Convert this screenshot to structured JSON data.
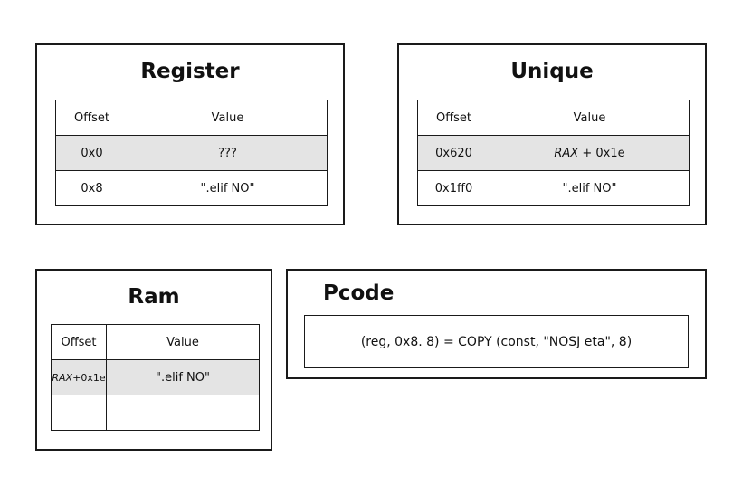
{
  "register": {
    "title": "Register",
    "headers": {
      "offset": "Offset",
      "value": "Value"
    },
    "rows": [
      {
        "offset": "0x0",
        "value": "???"
      },
      {
        "offset": "0x8",
        "value": "\".elif NO\""
      }
    ]
  },
  "unique": {
    "title": "Unique",
    "headers": {
      "offset": "Offset",
      "value": "Value"
    },
    "rows": [
      {
        "offset": "0x620",
        "value_reg": "RAX",
        "value_rest": " + 0x1e"
      },
      {
        "offset": "0x1ff0",
        "value": "\".elif NO\""
      }
    ]
  },
  "ram": {
    "title": "Ram",
    "headers": {
      "offset": "Offset",
      "value": "Value"
    },
    "rows": [
      {
        "offset_reg": "RAX",
        "offset_rest": "+0x1e",
        "value": "\".elif NO\""
      },
      {
        "offset": "",
        "value": ""
      }
    ]
  },
  "pcode": {
    "title": "Pcode",
    "instruction": "(reg, 0x8. 8) = COPY (const, \"NOSJ eta\", 8)"
  },
  "colors": {
    "border": "#1a1a1a",
    "highlight_row": "#e4e4e4",
    "background": "#ffffff"
  }
}
